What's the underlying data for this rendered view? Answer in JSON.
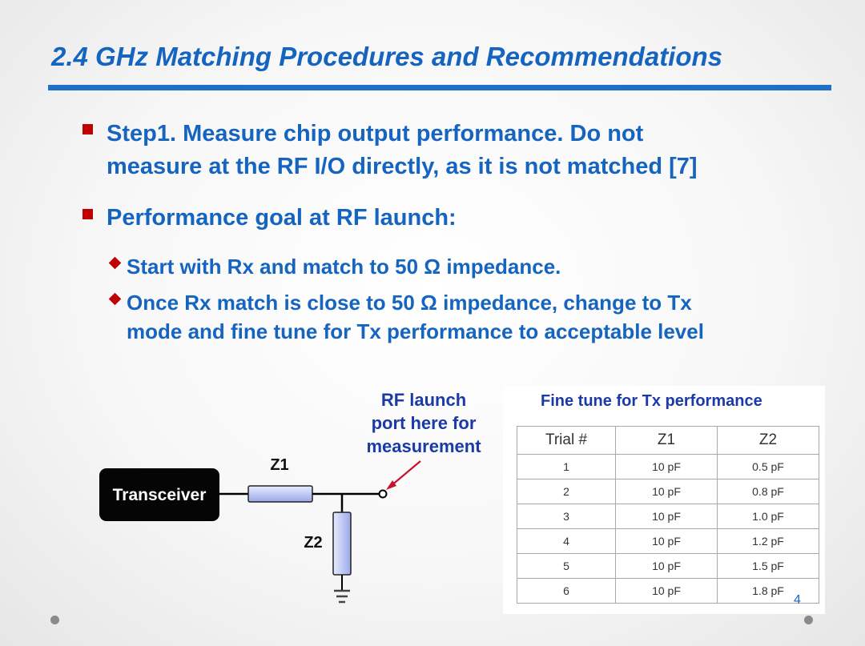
{
  "slide": {
    "title": "2.4 GHz Matching Procedures and Recommendations",
    "page_number": "4"
  },
  "bullets": [
    {
      "line1": "Step1. Measure chip output performance. Do not",
      "line2": "measure at the RF I/O directly, as it is not matched [7]"
    },
    {
      "text": "Performance goal at RF launch:"
    }
  ],
  "sub_bullets": [
    {
      "line1": "Start with Rx and match to 50 Ω impedance."
    },
    {
      "line1": "Once Rx match is close to 50 Ω impedance, change to Tx",
      "line2": "mode and fine tune for Tx performance to acceptable level"
    }
  ],
  "diagram": {
    "transceiver_label": "Transceiver",
    "z1_label": "Z1",
    "z2_label": "Z2",
    "rf_launch_label": [
      "RF launch",
      "port here for",
      "measurement"
    ]
  },
  "table": {
    "title": "Fine tune for Tx performance",
    "headers": [
      "Trial #",
      "Z1",
      "Z2"
    ],
    "rows": [
      [
        "1",
        "10 pF",
        "0.5 pF"
      ],
      [
        "2",
        "10 pF",
        "0.8 pF"
      ],
      [
        "3",
        "10 pF",
        "1.0 pF"
      ],
      [
        "4",
        "10 pF",
        "1.2 pF"
      ],
      [
        "5",
        "10 pF",
        "1.5 pF"
      ],
      [
        "6",
        "10 pF",
        "1.8 pF"
      ]
    ]
  }
}
